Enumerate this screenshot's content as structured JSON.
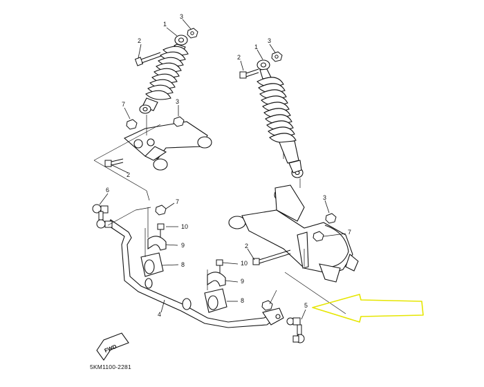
{
  "diagram": {
    "callouts": {
      "left_shock_1": "1",
      "left_shock_2": "2",
      "left_shock_3": "3",
      "left_lower_7": "7",
      "left_lower_3": "3",
      "left_lower_2": "2",
      "right_shock_1": "1",
      "right_shock_2": "2",
      "right_shock_3": "3",
      "right_arm_3": "3",
      "right_arm_7": "7",
      "right_arm_2": "2",
      "link_6": "6",
      "bolt_7": "7",
      "bolt_10_a": "10",
      "clamp_9_a": "9",
      "bushing_8_a": "8",
      "bolt_10_b": "10",
      "clamp_9_b": "9",
      "bushing_8_b": "8",
      "stabilizer_4": "4",
      "link_5": "5"
    },
    "fwd_label": "FWD",
    "part_code": "5KM1100-2281",
    "highlight_arrow_color": "#e6e600"
  }
}
